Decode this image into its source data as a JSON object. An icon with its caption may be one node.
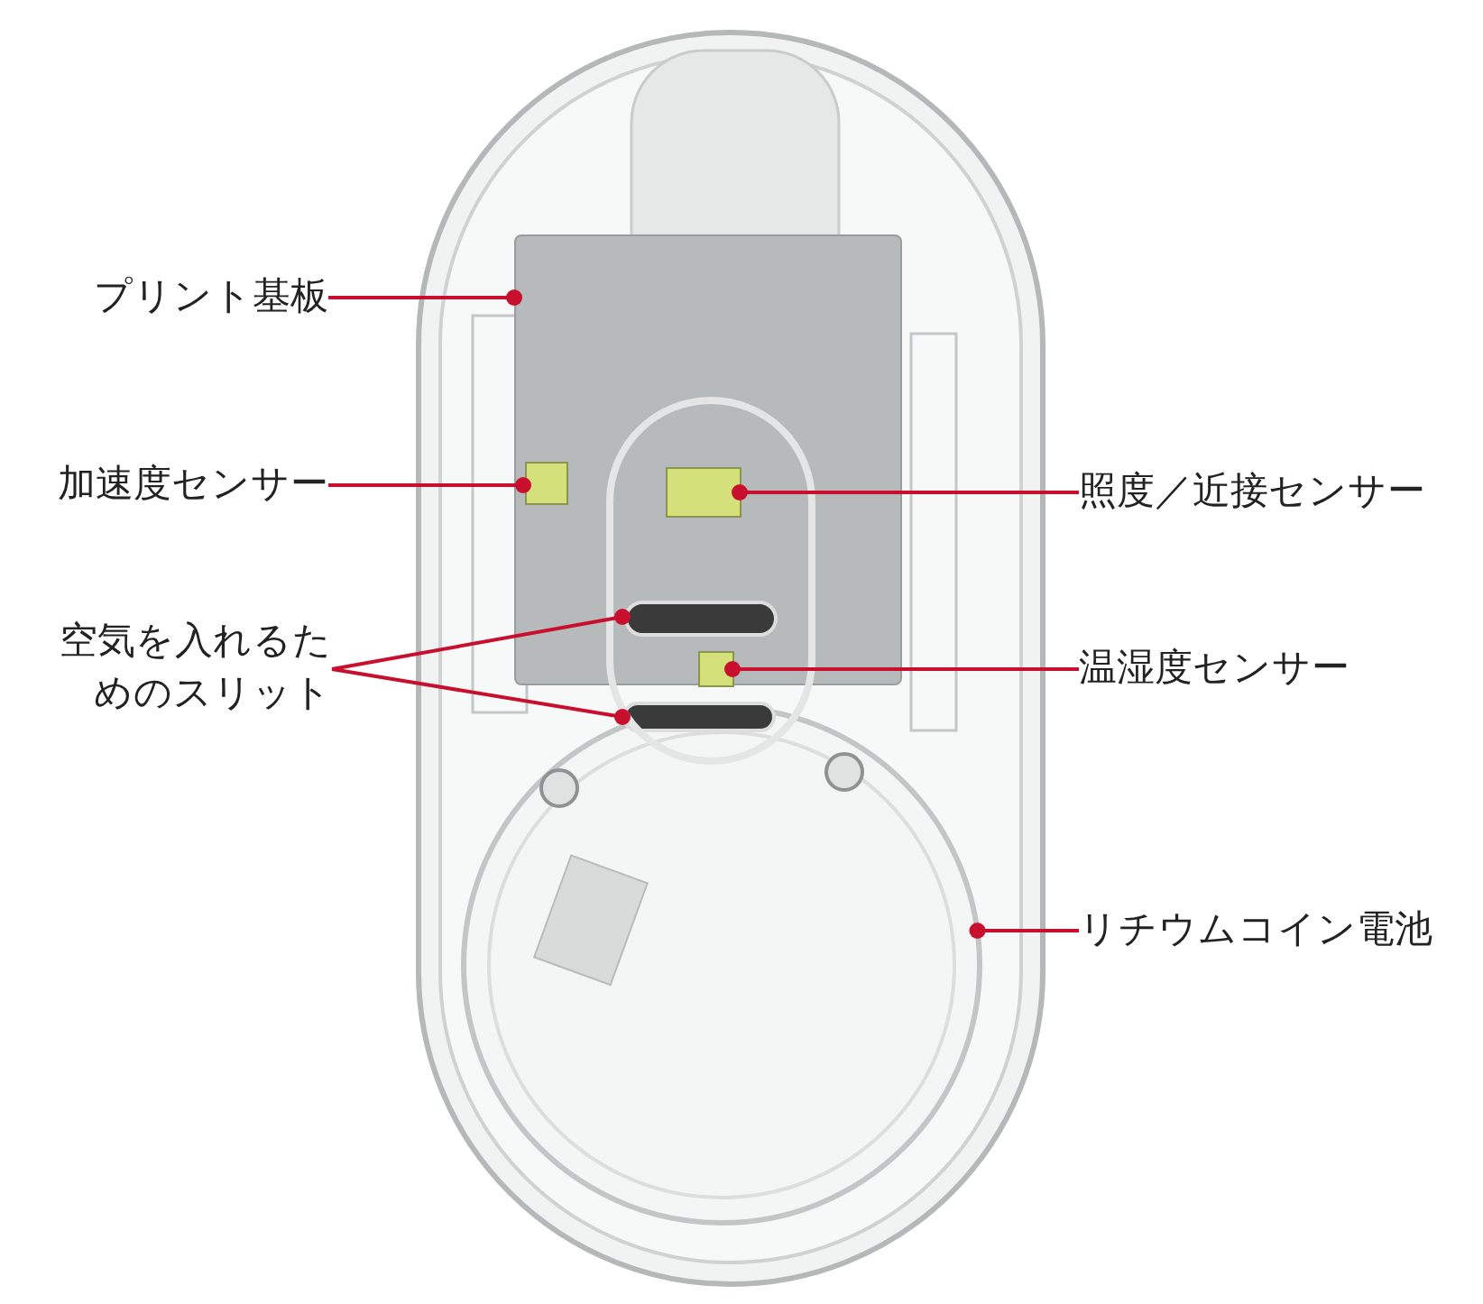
{
  "diagram": {
    "nodes": [
      {
        "text": [
          "プリント基板"
        ]
      },
      {
        "text": [
          "加速度センサー"
        ]
      },
      {
        "text": [
          "照度／近接センサー"
        ]
      },
      {
        "text": [
          "空気を入れるためのスリット"
        ]
      },
      {
        "text": [
          "温湿度センサー"
        ]
      },
      {
        "text": [
          "リチウムコイン電池"
        ]
      },
      {
        "text": [],
        "shape": "box"
      },
      {
        "text": [],
        "shape": "box",
        "in": 6
      },
      {
        "text": [],
        "shape": "box",
        "in": 6
      },
      {
        "text": [],
        "shape": "box",
        "in": 6
      },
      {
        "text": [],
        "shape": "box",
        "in": 6
      },
      {
        "text": [],
        "shape": "box"
      },
      {
        "text": [],
        "shape": "circle"
      }
    ],
    "edges": [
      {
        "from": 0,
        "to": 6,
        "arrow": "other"
      },
      {
        "from": 1,
        "to": 7,
        "arrow": "other"
      },
      {
        "from": 2,
        "to": 8,
        "arrow": "other"
      },
      {
        "from": 3,
        "to": 9,
        "arrow": "other"
      },
      {
        "from": 3,
        "to": 11,
        "arrow": "other"
      },
      {
        "from": 4,
        "to": 10,
        "arrow": "other"
      },
      {
        "from": 5,
        "to": 12,
        "arrow": "other"
      }
    ]
  }
}
